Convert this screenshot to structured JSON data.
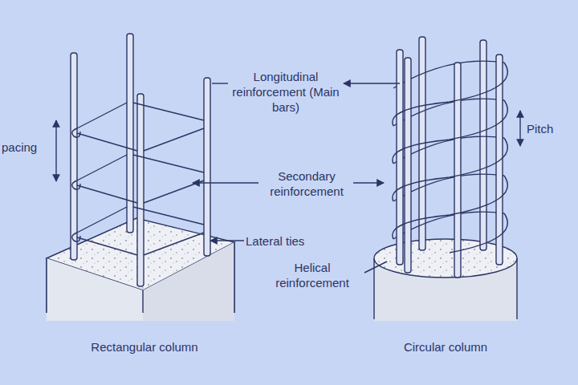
{
  "diagram": {
    "labels": [
      "pacing",
      "Longitudinal reinforcement (Main bars)",
      "Pitch",
      "Secondary reinforcement",
      "Lateral ties",
      "Helical reinforcement",
      "Rectangular column",
      "Circular column"
    ]
  }
}
